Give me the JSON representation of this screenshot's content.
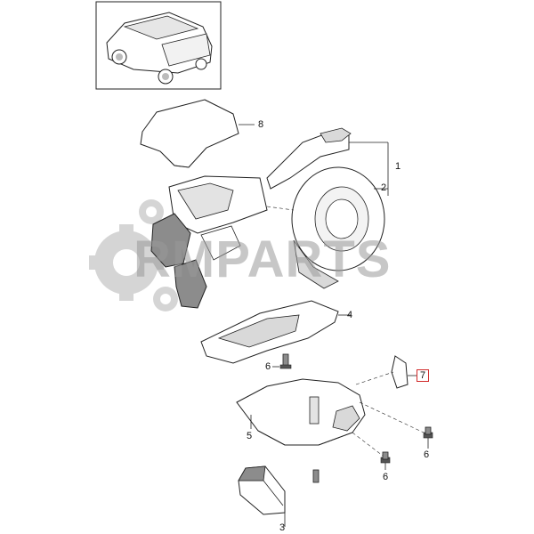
{
  "watermark": {
    "text": "RMPARTS"
  },
  "callouts": {
    "p1": "1",
    "p2": "2",
    "p3": "3",
    "p4": "4",
    "p5": "5",
    "p6a": "6",
    "p6b": "6",
    "p6c": "6",
    "p7": "7",
    "p8": "8"
  },
  "colors": {
    "line": "#222222",
    "part_fill": "#ffffff",
    "shade": "#d9d9d9",
    "dark_shade": "#8c8c8c",
    "highlight_box": "#d12b2b",
    "watermark": "#9a9a9a"
  }
}
